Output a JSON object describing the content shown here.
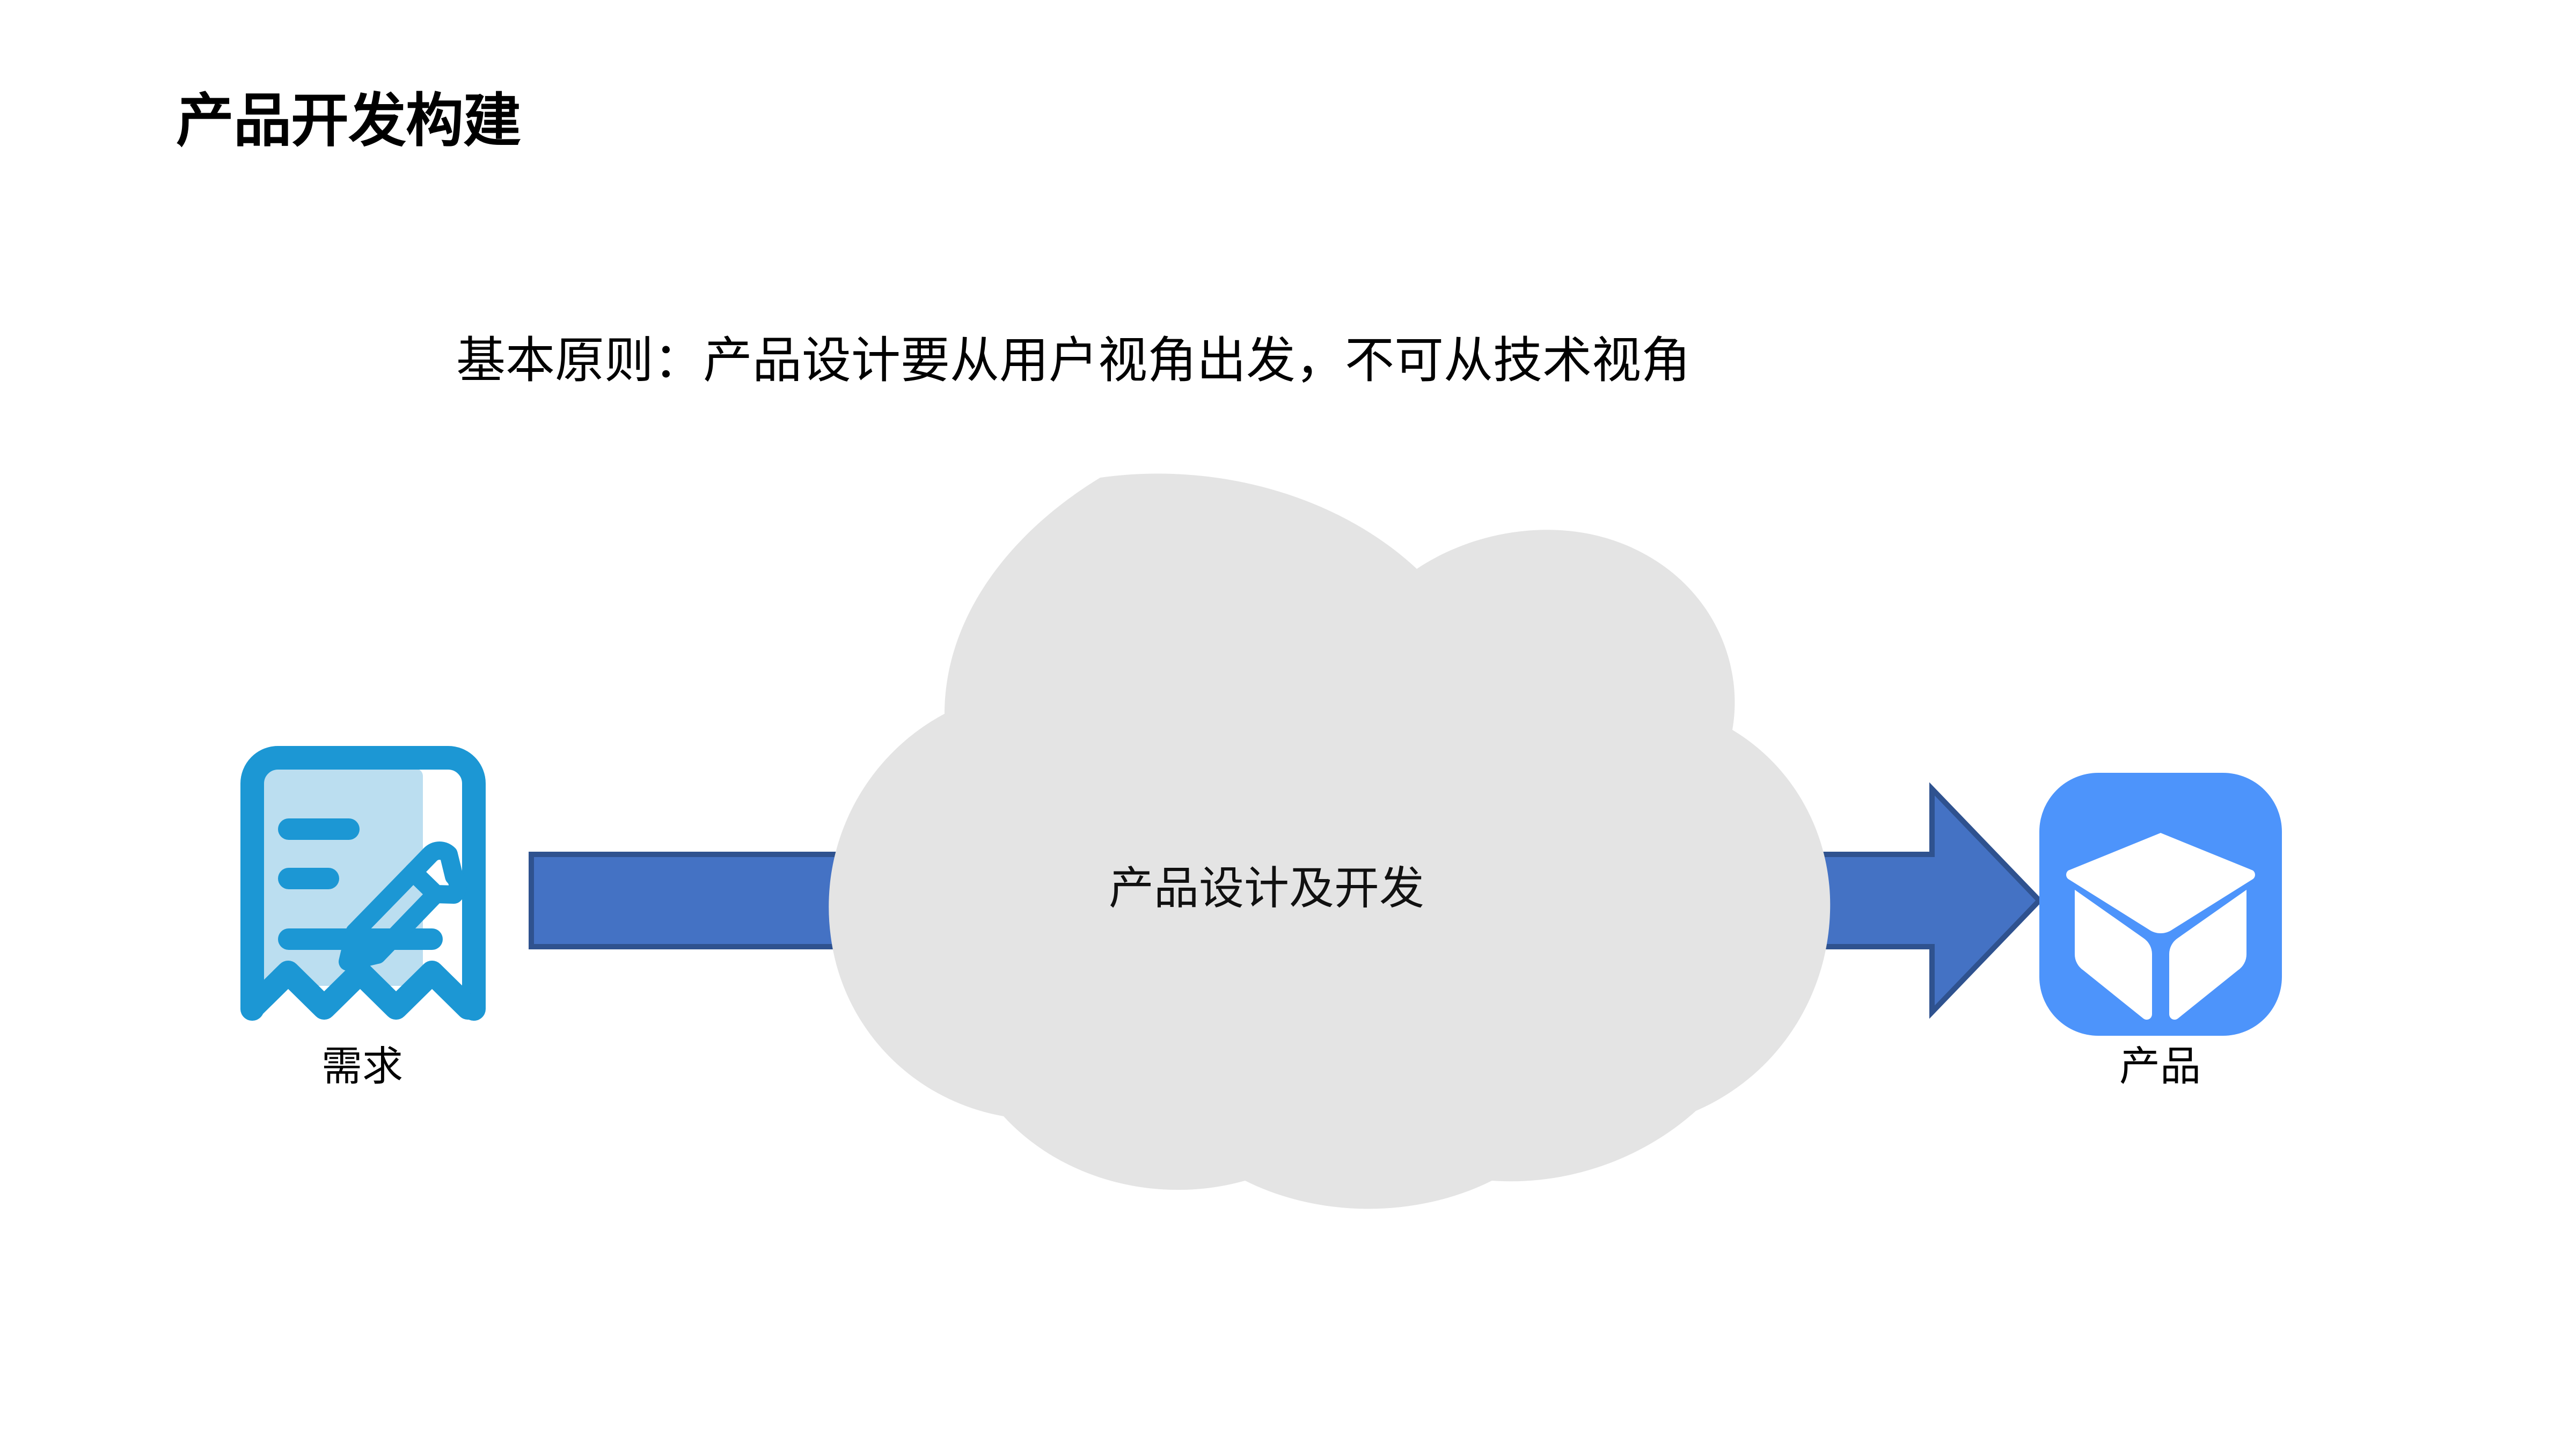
{
  "slide": {
    "title": "产品开发构建",
    "subtitle": "基本原则：产品设计要从用户视角出发，不可从技术视角",
    "background_color": "#FFFFFF"
  },
  "diagram": {
    "type": "process-flow",
    "flow_description": "需求 → 产品设计及开发 → 产品",
    "nodes": [
      {
        "id": "requirement",
        "caption": "需求",
        "icon": "document-edit-icon",
        "icon_color": "#1C97D4",
        "icon_fill_color": "#BBDEF0"
      },
      {
        "id": "process",
        "caption": "产品设计及开发",
        "shape": "cloud",
        "shape_color": "#E4E4E4"
      },
      {
        "id": "product",
        "caption": "产品",
        "icon": "cube-box-icon",
        "icon_color": "#4D94FB",
        "icon_fill_color": "#FFFFFF"
      }
    ],
    "connectors": [
      {
        "id": "arrow-left",
        "from": "requirement",
        "to": "process",
        "fill_color": "#4472C4",
        "stroke_color": "#2F528F"
      },
      {
        "id": "arrow-right",
        "from": "process",
        "to": "product",
        "fill_color": "#4472C4",
        "stroke_color": "#2F528F"
      }
    ]
  }
}
